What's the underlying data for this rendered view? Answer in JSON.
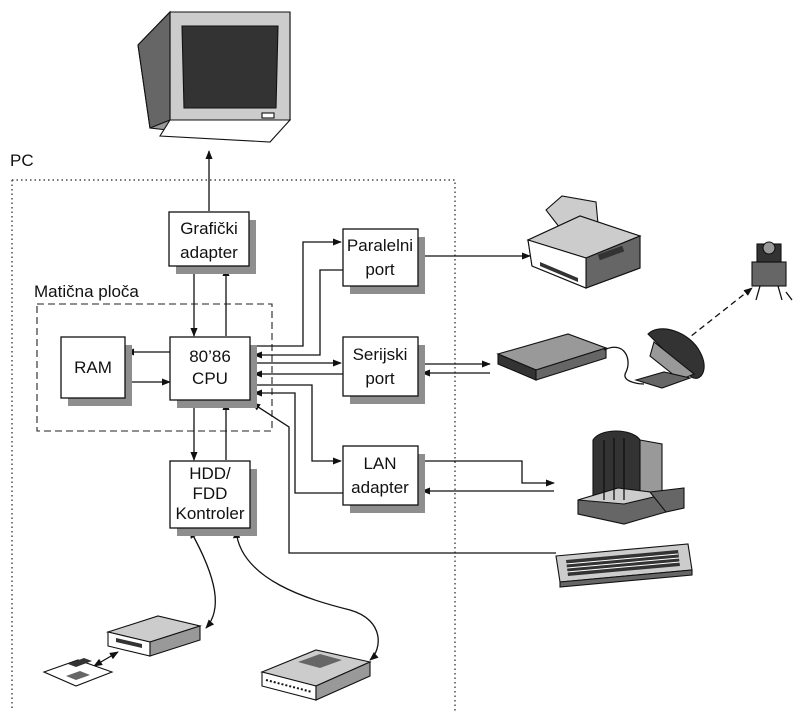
{
  "pc_label": "PC",
  "motherboard_label": "Matična ploča",
  "blocks": {
    "graphics": [
      "Grafički",
      "adapter"
    ],
    "ram": [
      "RAM"
    ],
    "cpu": [
      "80’86",
      "CPU"
    ],
    "parallel": [
      "Paralelni",
      "port"
    ],
    "serial": [
      "Serijski",
      "port"
    ],
    "lan": [
      "LAN",
      "adapter"
    ],
    "hdd": [
      "HDD/",
      "FDD",
      "Kontroler"
    ]
  },
  "icons": [
    "monitor-icon",
    "printer-icon",
    "modem-icon",
    "satellite-dish-icon",
    "satellite-icon",
    "server-icon",
    "keyboard-icon",
    "floppy-drive-icon",
    "floppy-disk-icon",
    "hard-disk-icon"
  ]
}
